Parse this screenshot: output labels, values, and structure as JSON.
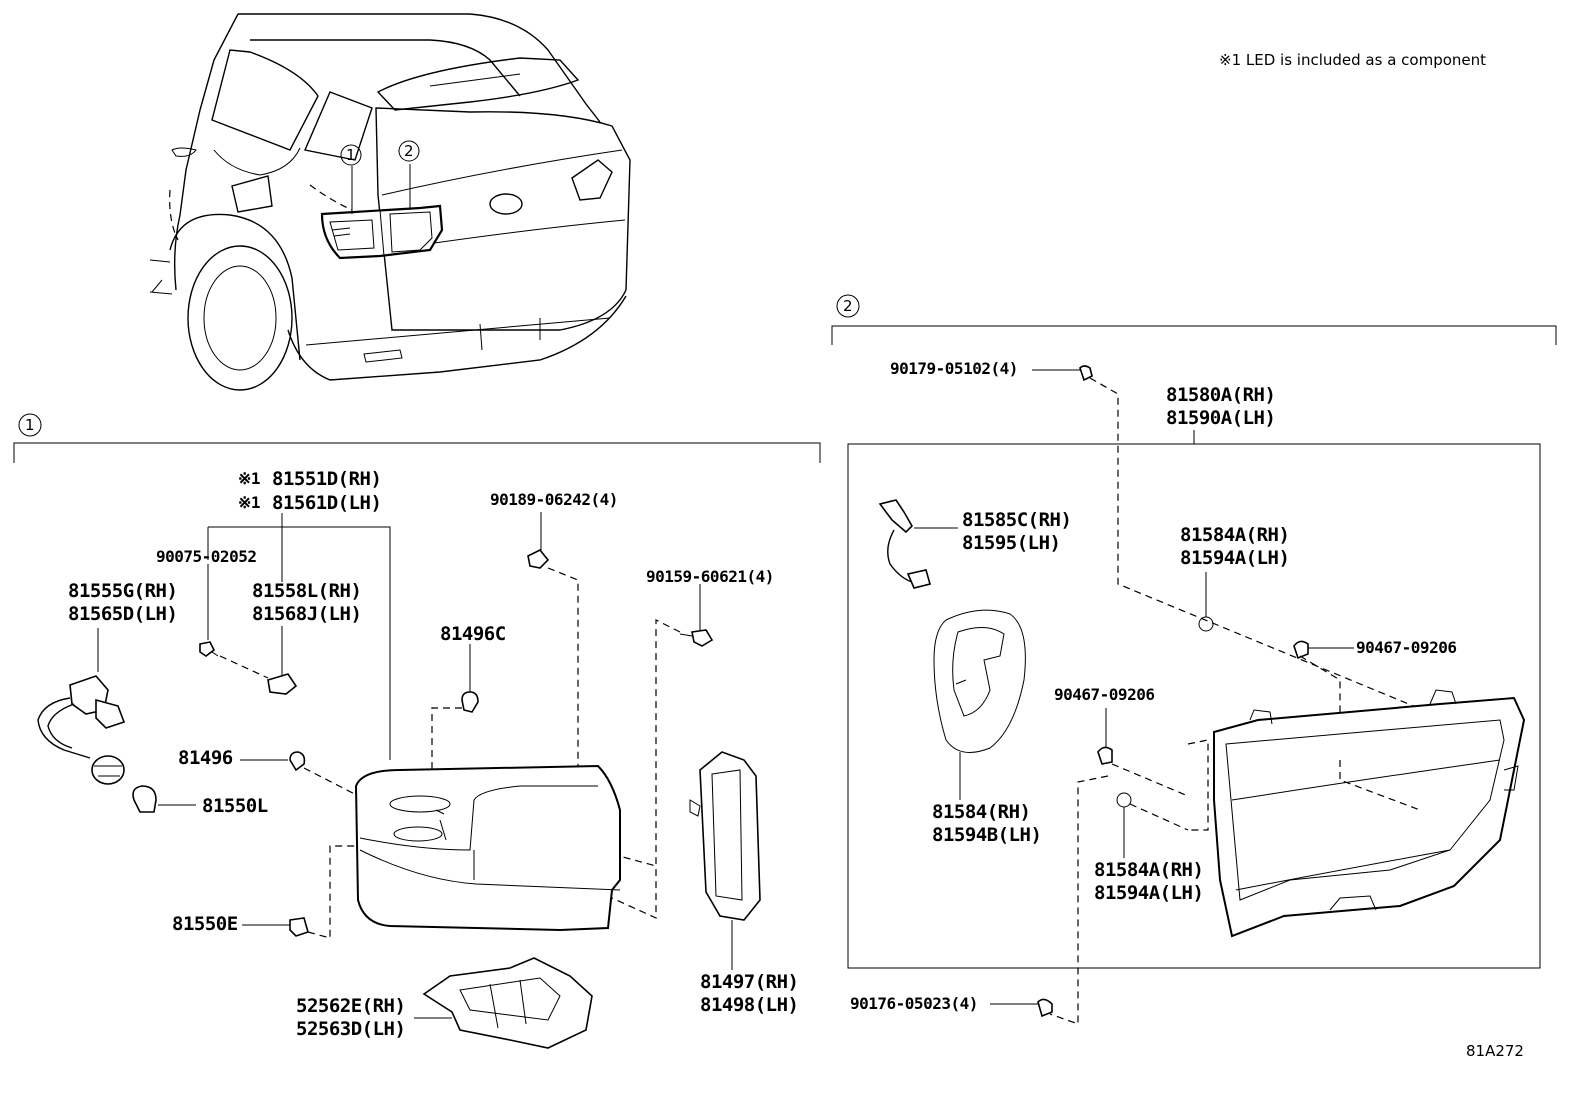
{
  "diagram": {
    "note": "※1 LED is included as a component",
    "code": "81A272",
    "markers": {
      "one": "1",
      "two": "2"
    },
    "labels": {
      "p81551D": "81551D(RH)",
      "p81561D": "81561D(LH)",
      "led_mark_1": "※1",
      "led_mark_2": "※1",
      "p90075": "90075-02052",
      "p81555G": "81555G(RH)",
      "p81565D": "81565D(LH)",
      "p81558L": "81558L(RH)",
      "p81568J": "81568J(LH)",
      "p90189": "90189-06242(4)",
      "p81496C": "81496C",
      "p90159": "90159-60621(4)",
      "p81496": "81496",
      "p81550L": "81550L",
      "p81550E": "81550E",
      "p52562E": "52562E(RH)",
      "p52563D": "52563D(LH)",
      "p81497": "81497(RH)",
      "p81498": "81498(LH)",
      "p90179": "90179-05102(4)",
      "p81580A": "81580A(RH)",
      "p81590A": "81590A(LH)",
      "p81585C": "81585C(RH)",
      "p81595": "81595(LH)",
      "p81584A_top": "81584A(RH)",
      "p81594A_top": "81594A(LH)",
      "p90467_a": "90467-09206",
      "p90467_b": "90467-09206",
      "p81584": "81584(RH)",
      "p81594B": "81594B(LH)",
      "p81584A_bot": "81584A(RH)",
      "p81594A_bot": "81594A(LH)",
      "p90176": "90176-05023(4)"
    }
  }
}
